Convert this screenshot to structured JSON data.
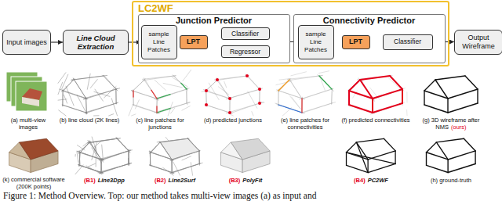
{
  "diagram": {
    "caption": "Figure 1: Method Overview. Top: our method takes multi-view images (a) as input and",
    "nodes": [
      {
        "text": [
          "Input images"
        ]
      },
      {
        "text": [
          "Line Cloud Extraction"
        ]
      },
      {
        "text": [
          "LC2WF"
        ]
      },
      {
        "text": [
          "Junction Predictor"
        ],
        "in": 2
      },
      {
        "text": [
          "sample Line Patches"
        ],
        "in": 3
      },
      {
        "text": [
          "LPT"
        ],
        "in": 3
      },
      {
        "text": [
          "Classifier"
        ],
        "in": 3
      },
      {
        "text": [
          "Regressor"
        ],
        "in": 3
      },
      {
        "text": [
          "Connectivity Predictor"
        ],
        "in": 2
      },
      {
        "text": [
          "sample Line Patches"
        ],
        "in": 8
      },
      {
        "text": [
          "LPT"
        ],
        "in": 8
      },
      {
        "text": [
          "Classifier"
        ],
        "in": 8
      },
      {
        "text": [
          "Output Wireframe"
        ]
      }
    ],
    "edges": [
      {
        "from": 0,
        "to": 1,
        "arrow": "to"
      },
      {
        "from": 1,
        "to": 4,
        "arrow": "to"
      },
      {
        "from": 4,
        "to": 5,
        "arrow": "to"
      },
      {
        "from": 5,
        "to": 6,
        "arrow": "to"
      },
      {
        "from": 5,
        "to": 7,
        "arrow": "to"
      },
      {
        "from": 6,
        "to": 9,
        "arrow": "to"
      },
      {
        "from": 7,
        "to": 9,
        "arrow": "to"
      },
      {
        "from": 9,
        "to": 10,
        "arrow": "to"
      },
      {
        "from": 10,
        "to": 11,
        "arrow": "to"
      },
      {
        "from": 11,
        "to": 12,
        "arrow": "to"
      }
    ],
    "labels": [
      "(a) multi-view images",
      "(b) line cloud (2K lines)",
      "(c) line patches for junctions",
      "(d) predicted junctions",
      "(e) line patches for connectivities",
      "(f) predicted connectivities",
      "(g) 3D wireframe after NMS",
      "(ours)",
      "(k) commercial software (200K points)",
      "(B1)",
      "Line3Dpp",
      "(B2)",
      "Line2Surf",
      "(B3)",
      "PolyFit",
      "(B4)",
      "PC2WF",
      "(h) ground-truth"
    ]
  }
}
